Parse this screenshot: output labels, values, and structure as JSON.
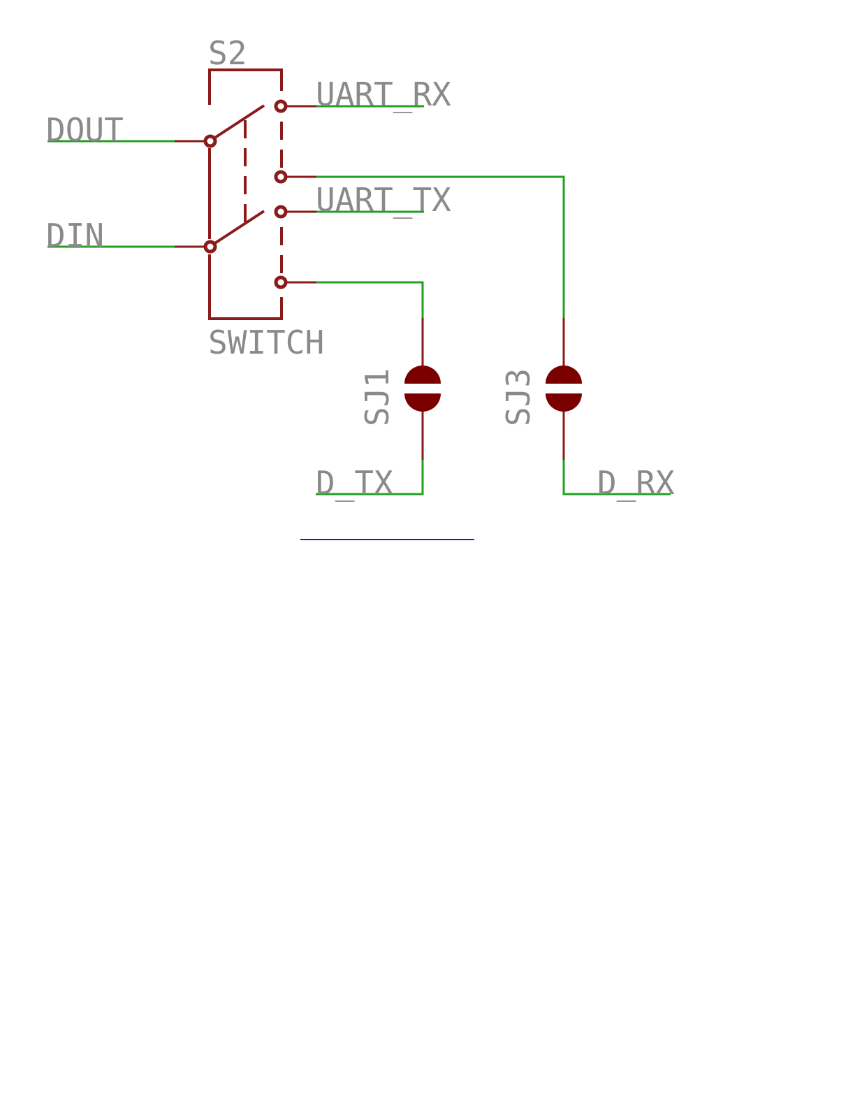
{
  "part": {
    "name": "S2",
    "value": "SWITCH"
  },
  "nets": {
    "dout": "DOUT",
    "din": "DIN",
    "uart_rx": "UART_RX",
    "uart_tx": "UART_TX",
    "d_tx": "D_TX",
    "d_rx": "D_RX"
  },
  "jumpers": {
    "sj1": "SJ1",
    "sj3": "SJ3"
  },
  "colors": {
    "wire": "#22a022",
    "part": "#8b1a1a",
    "pad": "#7a0000",
    "label": "#8a8a8a",
    "link": "#1a1ad6"
  }
}
